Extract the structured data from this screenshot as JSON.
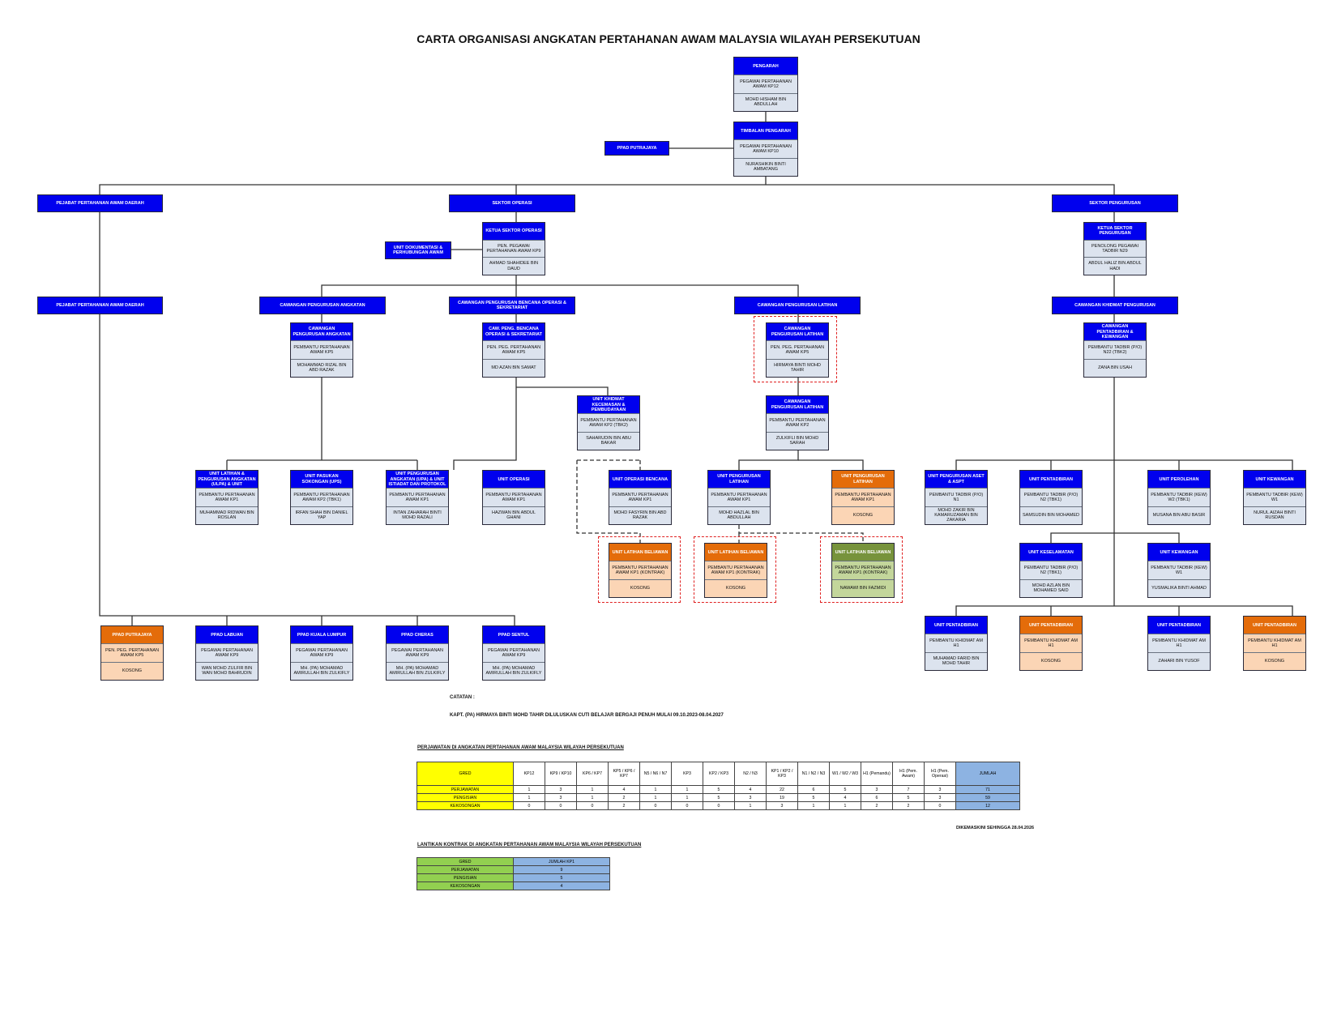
{
  "title": "CARTA ORGANISASI ANGKATAN PERTAHANAN AWAM MALAYSIA WILAYAH PERSEKUTUAN",
  "nodes": {
    "pengarah": {
      "title": "PENGARAH",
      "rows": [
        "PEGAWAI PERTAHANAN AWAM KP12",
        "MOHD HISHAM BIN ABDULLAH"
      ]
    },
    "tpengarah": {
      "title": "TIMBALAN PENGARAH",
      "rows": [
        "PEGAWAI PERTAHANAN AWAM KP10",
        "NURASHIKIN BINTI AMBATANG"
      ]
    },
    "ksok": {
      "title": "KETUA SEKTOR OPERASI",
      "rows": [
        "PEN. PEGAWAI PERTAHANAN AWAM KP9",
        "AHMAD SHAHIDEE BIN DAUD"
      ]
    },
    "ksp": {
      "title": "KETUA SEKTOR PENGURUSAN",
      "rows": [
        "PENOLONG PEGAWAI TADBIR N29",
        "ABDUL HALIZ BIN ABDUL HADI"
      ]
    },
    "cpa": {
      "title": "CAWANGAN PENGURUSAN ANGKATAN",
      "rows": [
        "PEMBANTU PERTAHANAN AWAM KP5",
        "MOHAMMAD RIZAL BIN ABD RAZAK"
      ]
    },
    "cpo": {
      "title": "CAW. PENG. BENCANA OPERASI & SEKRETARIAT",
      "rows": [
        "PEN. PEG. PERTAHANAN AWAM KP5",
        "MD AZAN BIN SAMAT"
      ]
    },
    "cpl1": {
      "title": "CAWANGAN PENGURUSAN LATIHAN",
      "rows": [
        "PEN. PEG. PERTAHANAN AWAM KP5",
        "HIRMAYA BINTI MOHD TAHIR"
      ]
    },
    "cpl2": {
      "title": "CAWANGAN PENGURUSAN LATIHAN",
      "rows": [
        "PEMBANTU PERTAHANAN AWAM KP2",
        "ZULKIFLI BIN MOHD SARAH"
      ]
    },
    "cpk": {
      "title": "CAWANGAN PENTADBIRAN & KEWANGAN",
      "rows": [
        "PEMBANTU TADBIR (P/O) N22 (TBK2)",
        "ZANA BIN USAH"
      ]
    },
    "ukpb": {
      "title": "UNIT KHIDMAT KECEMASAN & PEMBUDAYAAN",
      "rows": [
        "PEMBANTU PERTAHANAN AWAM KP2 (TBK2)",
        "SAHARUDIN BIN ABU BAKAR"
      ]
    },
    "ulph": {
      "title": "UNIT LATIHAN & PENGURUSAN ANGKATAN (ULPA) & UNIT",
      "rows": [
        "PEMBANTU PERTAHANAN AWAM KP1",
        "MUHAMMAD RIDWAN BIN ROSLAN"
      ]
    },
    "upsk": {
      "title": "UNIT PASUKAN SOKONGAN (UPS)",
      "rows": [
        "PEMBANTU PERTAHANAN AWAM KP2 (TBK1)",
        "IRFAN SHAH BIN DANIEL YAP"
      ]
    },
    "upae": {
      "title": "UNIT PENGURUSAN ANGKATAN (UPA) & UNIT ISTIADAT DAN PROTOKOL",
      "rows": [
        "PEMBANTU PERTAHANAN AWAM KP1",
        "INTAN ZAHARAH BINTI MOHD RAZALI"
      ]
    },
    "uop": {
      "title": "UNIT OPERASI",
      "rows": [
        "PEMBANTU PERTAHANAN AWAM KP1",
        "HAZWAN BIN ABDUL GHANI"
      ]
    },
    "uob": {
      "title": "UNIT OPERASI BENCANA",
      "rows": [
        "PEMBANTU PERTAHANAN AWAM KP1",
        "MOHD FASYRIN BIN ABD RAZAK"
      ]
    },
    "upl": {
      "title": "UNIT PENGURUSAN LATIHAN",
      "rows": [
        "PEMBANTU PERTAHANAN AWAM KP1",
        "MOHD HAZLAL BIN ABDULLAH"
      ]
    },
    "upl2": {
      "title": "UNIT PENGURUSAN LATIHAN",
      "rows": [
        "PEMBANTU PERTAHANAN AWAM KP1",
        "KOSONG"
      ]
    },
    "ulb1": {
      "title": "UNIT LATIHAN BELIAWAN",
      "rows": [
        "PEMBANTU PERTAHANAN AWAM KP1 (KONTRAK)",
        "KOSONG"
      ]
    },
    "ulb2": {
      "title": "UNIT LATIHAN BELIAWAN",
      "rows": [
        "PEMBANTU PERTAHANAN AWAM KP1 (KONTRAK)",
        "KOSONG"
      ]
    },
    "ulb3": {
      "title": "UNIT LATIHAN BELIAWAN",
      "rows": [
        "PEMBANTU PERTAHANAN AWAM KP1 (KONTRAK)",
        "NAWAWI BIN FAZMIDI"
      ]
    },
    "upa2": {
      "title": "UNIT PENGURUSAN ASET & ASPT",
      "rows": [
        "PEMBANTU TADBIR (P/O) N1",
        "MOHD ZAKIR BIN KAMARUZAMAN BIN ZAKARIA"
      ]
    },
    "upt1": {
      "title": "UNIT PENTADBIRAN",
      "rows": [
        "PEMBANTU TADBIR (P/O) N2 (TBK1)",
        "SAMSUDIN BIN MOHAMED"
      ]
    },
    "upg": {
      "title": "UNIT PEROLEHAN",
      "rows": [
        "PEMBANTU TADBIR (KEW) W2 (TBK1)",
        "MUSANA BIN ABU BASIR"
      ]
    },
    "ukw1": {
      "title": "UNIT KEWANGAN",
      "rows": [
        "PEMBANTU TADBIR (KEW) W1",
        "NURUL AIZAH BINTI RUSDAN"
      ]
    },
    "ukm": {
      "title": "UNIT KESELAMATAN",
      "rows": [
        "PEMBANTU TADBIR (P/O) N2 (TBK1)",
        "MOHD AZLAN BIN MOHAMED SAID"
      ]
    },
    "ukw2": {
      "title": "UNIT KEWANGAN",
      "rows": [
        "PEMBANTU TADBIR (KEW) W1",
        "YUSMALIKA BINTI AHMAD"
      ]
    },
    "upt2": {
      "title": "UNIT PENTADBIRAN",
      "rows": [
        "PEMBANTU KHIDMAT AM H1",
        "MUHAMAD FARID BIN MOHD TAHIR"
      ]
    },
    "upt3": {
      "title": "UNIT PENTADBIRAN",
      "rows": [
        "PEMBANTU KHIDMAT AM H1",
        "KOSONG"
      ]
    },
    "upt4": {
      "title": "UNIT PENTADBIRAN",
      "rows": [
        "PEMBANTU KHIDMAT AM H1",
        "ZAHARI BIN YUSOF"
      ]
    },
    "upt5": {
      "title": "UNIT PENTADBIRAN",
      "rows": [
        "PEMBANTU KHIDMAT AM H1",
        "KOSONG"
      ]
    },
    "pd1": {
      "title": "PPAD PUTRAJAYA",
      "rows": [
        "PEN. PEG. PERTAHANAN AWAM KP5",
        "KOSONG"
      ]
    },
    "pd2": {
      "title": "PPAD LABUAN",
      "rows": [
        "PEGAWAI PERTAHANAN AWAM KP9",
        "WAN MOHD ZULFIR BIN WAN MOHD BAHRUDIN"
      ]
    },
    "pd3": {
      "title": "PPAD KUALA LUMPUR",
      "rows": [
        "PEGAWAI PERTAHANAN AWAM KP9",
        "MH. (PA) MOHAMAD AMIRULLAH BIN ZULKIFLY"
      ]
    },
    "pd4": {
      "title": "PPAD CHERAS",
      "rows": [
        "PEGAWAI PERTAHANAN AWAM KP9",
        "MH. (PA) MOHAMAD AMIRULLAH BIN ZULKIFLY"
      ]
    },
    "pd5": {
      "title": "PPAD SENTUL",
      "rows": [
        "PEGAWAI PERTAHANAN AWAM KP9",
        "MH. (PA) MOHAMAD AMIRULLAH BIN ZULKIFLY"
      ]
    }
  },
  "bars": {
    "ppad_putrajaya": "PPAD PUTRAJAYA",
    "pejabat_daerah_1": "PEJABAT PERTAHANAN AWAM DAERAH",
    "pejabat_daerah_2": "PEJABAT PERTAHANAN AWAM DAERAH",
    "sektor_operasi": "SEKTOR OPERASI",
    "sektor_pengurusan": "SEKTOR PENGURUSAN",
    "unit_dokumentasi": "UNIT DOKUMENTASI & PERHUBUNGAN AWAM",
    "cawangan_angkatan": "CAWANGAN PENGURUSAN ANGKATAN",
    "cawangan_bencana": "CAWANGAN PENGURUSAN BENCANA OPERASI & SEKRETARIAT",
    "cawangan_latihan": "CAWANGAN PENGURUSAN LATIHAN",
    "cawangan_khidmat": "CAWANGAN KHIDMAT PENGURUSAN"
  },
  "notes": {
    "catatan_label": "CATATAN :",
    "catatan_text": "KAPT. (PA) HIRMAYA BINTI MOHD TAHIR DILULUSKAN CUTI BELAJAR BERGAJI PENUH MULAI 09.10.2023-08.04.2027",
    "dikemaskini": "DIKEMASKINI SEHINGGA 28.04.2026"
  },
  "table1": {
    "title": "PERJAWATAN DI ANGKATAN PERTAHANAN AWAM MALAYSIA WILAYAH PERSEKUTUAN",
    "headers": [
      "GRED",
      "KP12",
      "KP9 / KP10",
      "KP6 / KP7",
      "KP5 / KP6 / KP7",
      "N5 / N6 / N7",
      "KP3",
      "KP2 / KP3",
      "N2 / N3",
      "KP1 / KP2 / KP3",
      "N1 / N2 / N3",
      "W1 / W2 / W3",
      "H1 (Pemandu)",
      "H1 (Pem. Awam)",
      "H1 (Pem. Operasi)",
      "JUMLAH"
    ],
    "rows": [
      {
        "label": "PERJAWATAN",
        "values": [
          "1",
          "3",
          "1",
          "4",
          "1",
          "1",
          "5",
          "4",
          "22",
          "6",
          "5",
          "3",
          "7",
          "3",
          "71"
        ]
      },
      {
        "label": "PENGISIAN",
        "values": [
          "1",
          "3",
          "1",
          "2",
          "1",
          "1",
          "5",
          "3",
          "19",
          "5",
          "4",
          "6",
          "5",
          "3",
          "59"
        ]
      },
      {
        "label": "KEKOSONGAN",
        "values": [
          "0",
          "0",
          "0",
          "2",
          "0",
          "0",
          "0",
          "1",
          "3",
          "1",
          "1",
          "2",
          "2",
          "0",
          "12"
        ]
      }
    ]
  },
  "table2": {
    "title": "LANTIKAN KONTRAK DI ANGKATAN PERTAHANAN AWAM MALAYSIA WILAYAH PERSEKUTUAN",
    "headers": [
      "GRED",
      "JUMLAH KP1"
    ],
    "rows": [
      {
        "label": "PERJAWATAN",
        "value": "9"
      },
      {
        "label": "PENGISIAN",
        "value": "5"
      },
      {
        "label": "KEKOSONGAN",
        "value": "4"
      }
    ]
  },
  "colors": {
    "header_blue": "#0000ee",
    "cell_blue": "#dce3ee",
    "vacant_orange": "#e46c0a",
    "contract_green": "#77933c",
    "highlight_red": "#e02020"
  }
}
